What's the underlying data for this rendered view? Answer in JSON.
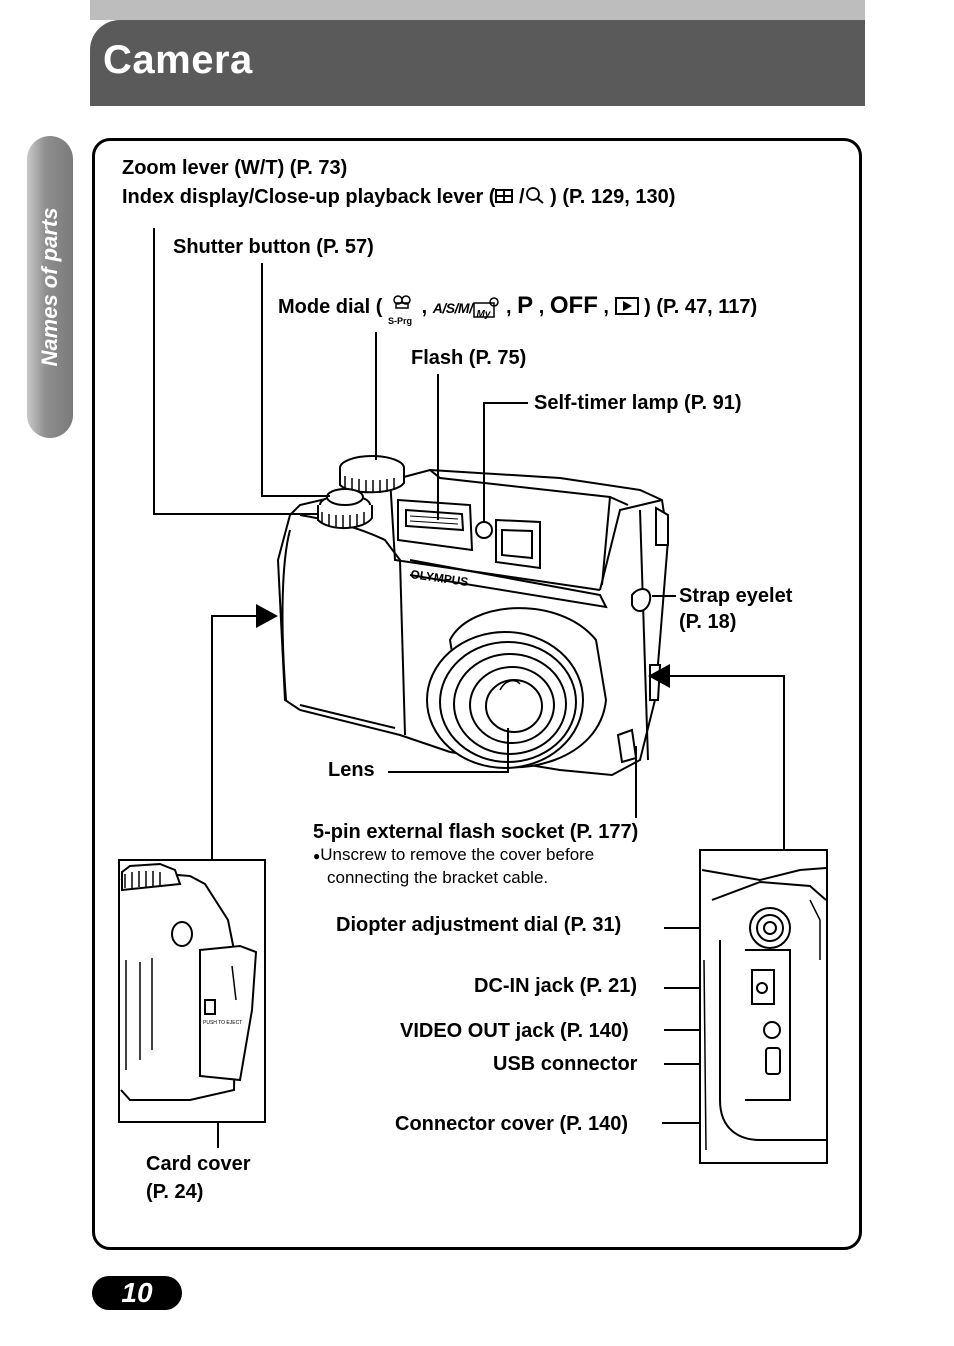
{
  "header": {
    "title": "Camera"
  },
  "sidebar": {
    "section": "Names of parts"
  },
  "labels": {
    "zoom_lever": "Zoom lever (W/T) (P. 73)",
    "index_prefix": "Index display/Close-up playback lever (",
    "index_sep": " /",
    "index_suffix": " ) (P. 129, 130)",
    "shutter": "Shutter button (P. 57)",
    "mode_prefix": "Mode dial (",
    "mode_asm": "A/S/M/",
    "mode_p": "P",
    "mode_off": "OFF",
    "mode_suffix": " ) (P. 47, 117)",
    "comma": " ,",
    "s_prg": "S-Prg",
    "my": "My",
    "flash": "Flash (P. 75)",
    "self_timer": "Self-timer lamp (P. 91)",
    "strap_line1": "Strap eyelet",
    "strap_line2": "(P. 18)",
    "lens": "Lens",
    "five_pin": "5-pin external flash socket (P. 177)",
    "five_pin_note1": "Unscrew to remove the cover before",
    "five_pin_note2": "connecting the bracket cable.",
    "diopter": "Diopter adjustment dial (P. 31)",
    "dcin": "DC-IN jack (P. 21)",
    "video_out": "VIDEO OUT jack (P. 140)",
    "usb": "USB connector",
    "connector_cover": "Connector cover (P. 140)",
    "card_cover_line1": "Card cover",
    "card_cover_line2": "(P. 24)"
  },
  "illustration": {
    "brand": "OLYMPUS",
    "card_door_text": "PUSH TO EJECT"
  },
  "footer": {
    "page_number": "10"
  }
}
